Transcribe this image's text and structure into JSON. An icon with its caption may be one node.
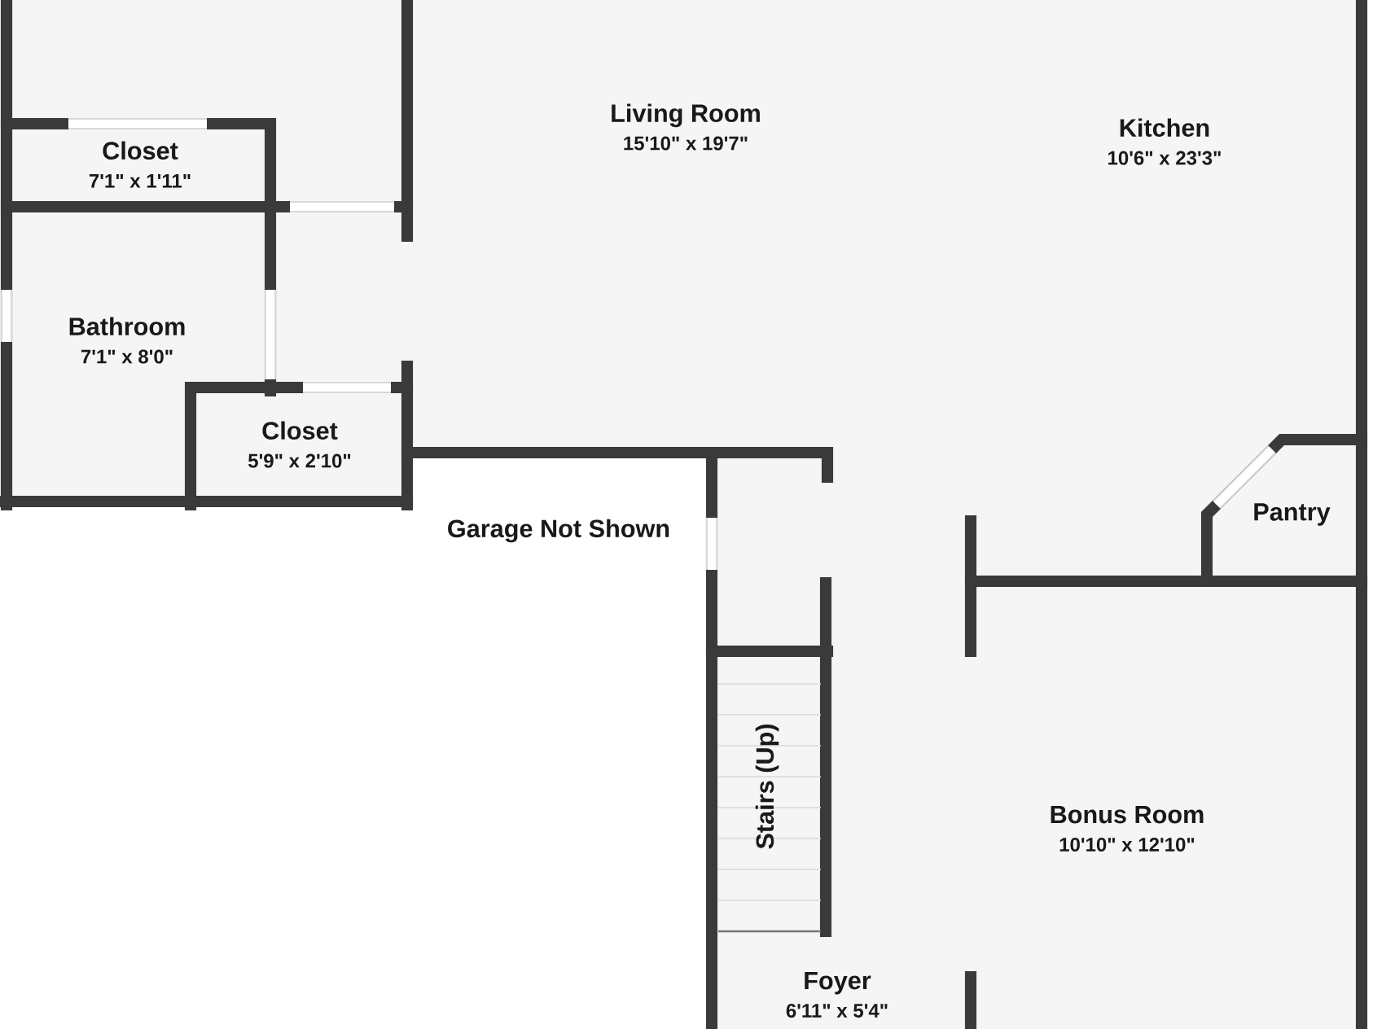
{
  "diagram": {
    "nodes": [
      {
        "text": [
          "Closet",
          "7'1\" x 1'11\""
        ]
      },
      {
        "text": [
          "Living Room",
          "15'10\" x 19'7\""
        ]
      },
      {
        "text": [
          "Kitchen",
          "10'6\" x 23'3\""
        ]
      },
      {
        "text": [
          "Bathroom",
          "7'1\" x 8'0\""
        ]
      },
      {
        "text": [
          "Closet",
          "5'9\" x 2'10\""
        ]
      },
      {
        "text": [
          "Pantry"
        ]
      },
      {
        "text": [
          "Stairs (Up)"
        ]
      },
      {
        "text": [
          "Bonus Room",
          "10'10\" x 12'10\""
        ]
      },
      {
        "text": [
          "Foyer",
          "6'11\" x 5'4\""
        ]
      }
    ],
    "labels": [
      "Garage Not Shown"
    ]
  }
}
